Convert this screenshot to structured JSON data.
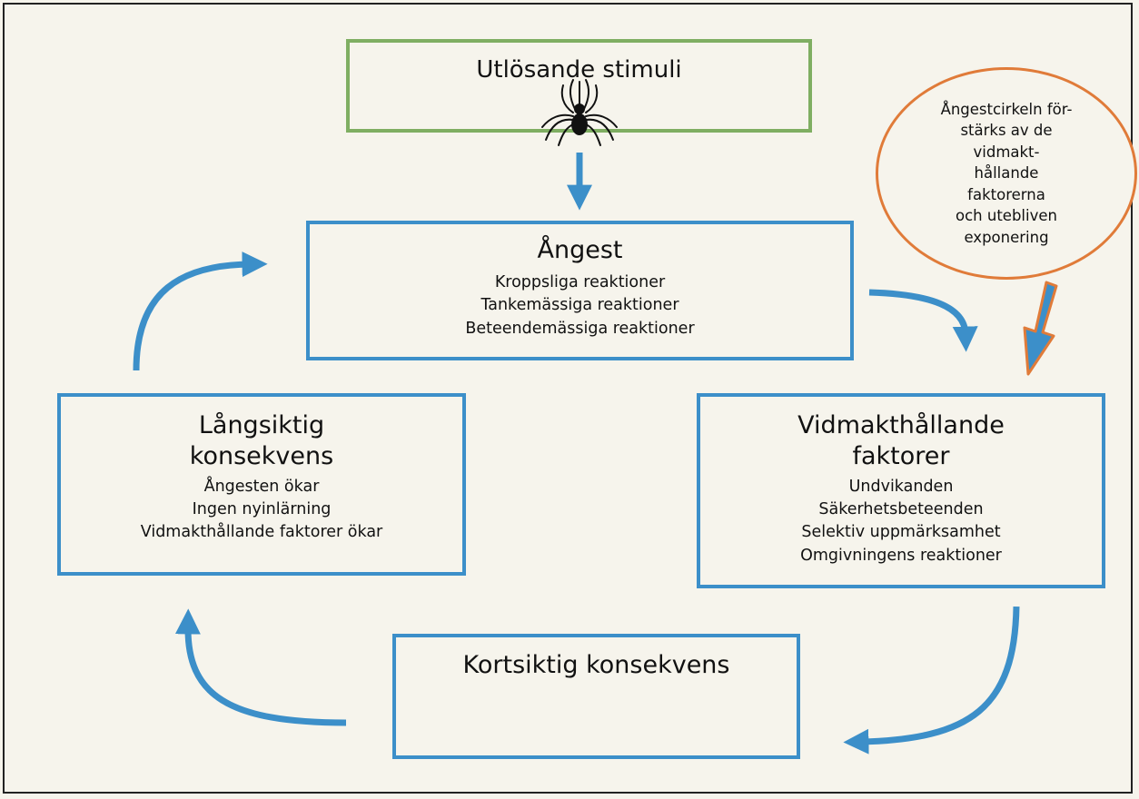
{
  "stimulus": {
    "title": "Utlösande stimuli"
  },
  "angest": {
    "title": "Ångest",
    "items": [
      "Kroppsliga reaktioner",
      "Tankemässiga reaktioner",
      "Beteendemässiga reaktioner"
    ]
  },
  "vidmakt": {
    "title_line1": "Vidmakthållande",
    "title_line2": "faktorer",
    "items": [
      "Undvikanden",
      "Säkerhetsbeteenden",
      "Selektiv uppmärksamhet",
      "Omgivningens reaktioner"
    ]
  },
  "langsiktig": {
    "title_line1": "Långsiktig",
    "title_line2": "konsekvens",
    "items": [
      "Ångesten ökar",
      "Ingen nyinlärning",
      "Vidmakthållande faktorer ökar"
    ]
  },
  "kortsiktig": {
    "title": "Kortsiktig konsekvens"
  },
  "note": {
    "lines": [
      "Ångestcirkeln för-",
      "stärks av de vidmakt-",
      "hållande faktorerna",
      "och utebliven",
      "exponering"
    ]
  },
  "colors": {
    "arrow": "#3c8fc9",
    "box_border": "#3c8fc9",
    "stimulus_border": "#7fae62",
    "note_border": "#e07b39",
    "background": "#f6f4ec"
  },
  "icons": {
    "stimulus": "spider-icon"
  }
}
